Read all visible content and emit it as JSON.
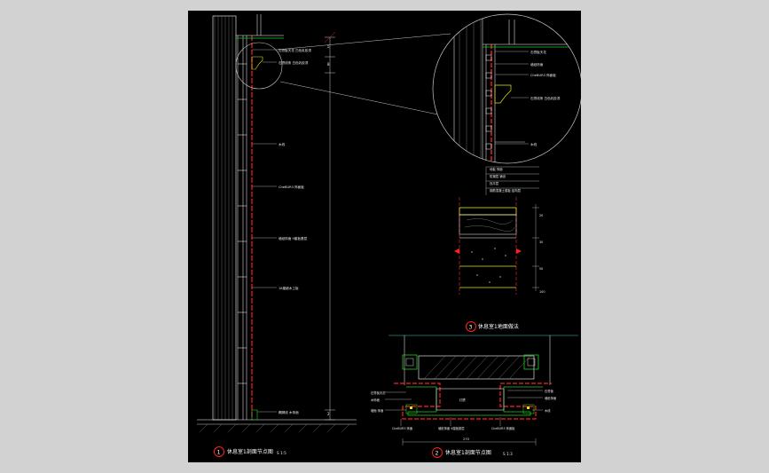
{
  "frame": {
    "background": "#000000",
    "surround": "#d2d2d2"
  },
  "colors": {
    "wall_line": "#ffffff",
    "finish_red": "#ff2020",
    "dim_line": "#c8c8c8",
    "green": "#22cc22",
    "yellow": "#e8e800",
    "cyan": "#40c8c8",
    "circle_red": "#ff2020"
  },
  "views": [
    {
      "number": "1",
      "title": "休息室1剖面节点图",
      "scale": "S 1:5"
    },
    {
      "number": "2",
      "title": "休息室1剖面节点图",
      "scale": "S 1:3"
    },
    {
      "number": "3",
      "title": "休息室1地面做法"
    }
  ],
  "section_labels": {
    "top_ceiling": "石膏板天花 白色乳胶漆",
    "cornice": "石膏线条 白色乳胶漆",
    "rail": "木线",
    "panel": "CheBUR3 饰面板",
    "wallpaper": "墙纸饰面 9厘板基层",
    "base": "18厘细木工板",
    "skirting": "踢脚线 木饰面"
  },
  "detail_labels": {
    "top": "石膏板天花",
    "a": "墙纸饰面",
    "b": "CheBUR3 饰面板",
    "c": "石膏线条 白色乳胶漆",
    "d": "木线"
  },
  "floor_labels": [
    "地板 饰面",
    "防潮层 铺设",
    "找平层",
    "钢筋混凝土楼板 结构层"
  ],
  "floor_dims": [
    "20",
    "30",
    "50",
    "100"
  ],
  "plan_labels": {
    "left_top": "石膏板天花",
    "left_mid": "木饰面",
    "left_low": "墙面 饰面",
    "center": "灯槽",
    "right_top": "石膏板",
    "right_mid": "墙纸饰面",
    "right_low": "木线",
    "bottom_left": "CheBUR3 饰面",
    "bottom_mid": "墙纸饰面 9厘板基层",
    "bottom_right": "CheBUR3 饰面板",
    "dim": "270"
  },
  "section_dims": [
    "5",
    "8",
    "2"
  ]
}
